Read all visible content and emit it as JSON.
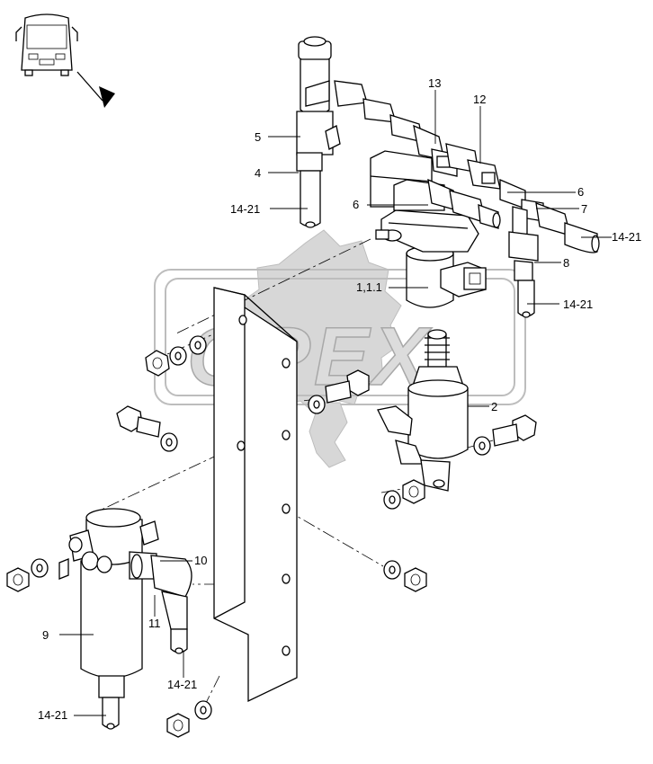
{
  "watermark": {
    "text": "OPEX"
  },
  "callouts": {
    "c5": "5",
    "c4": "4",
    "c14_21_a": "14-21",
    "c13": "13",
    "c12": "12",
    "c6_a": "6",
    "c6_b": "6",
    "c7": "7",
    "c14_21_b": "14-21",
    "c8": "8",
    "c1_1_1": "1,1.1",
    "c14_21_c": "14-21",
    "c2": "2",
    "c10": "10",
    "c11": "11",
    "c9": "9",
    "c14_21_d": "14-21",
    "c14_21_e": "14-21"
  },
  "icons": {
    "vehicle": "bus-front-icon",
    "direction": "arrow-icon"
  }
}
